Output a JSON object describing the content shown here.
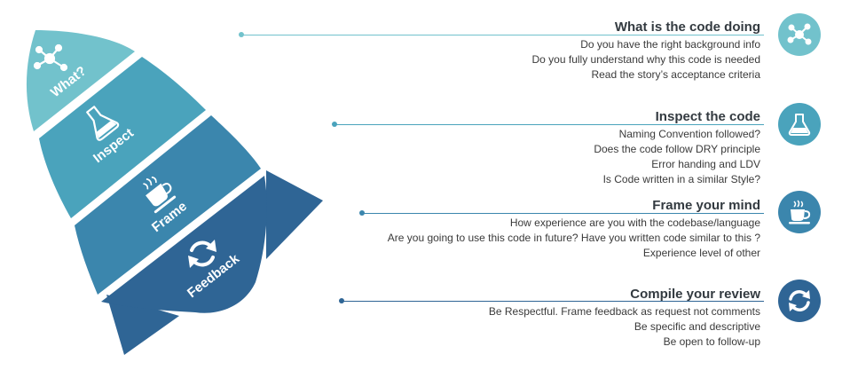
{
  "rocket": {
    "stage_labels": [
      "What?",
      "Inspect",
      "Frame",
      "Feedback"
    ]
  },
  "colors": {
    "what": "#72c2cc",
    "inspect": "#4aa3bc",
    "frame": "#3b86ad",
    "feedback": "#2f6595"
  },
  "sections": [
    {
      "title": "What is the code doing",
      "icon": "network-icon",
      "lines": [
        "Do you have the right background info",
        "Do you fully understand why this code is needed",
        "Read the story’s acceptance criteria"
      ]
    },
    {
      "title": "Inspect the code",
      "icon": "flask-icon",
      "lines": [
        "Naming Convention followed?",
        "Does the code follow DRY principle",
        "Error handing and LDV",
        "Is Code written in a similar Style?"
      ]
    },
    {
      "title": "Frame your mind",
      "icon": "coffee-cup-icon",
      "lines": [
        "How experience are you with the codebase/language",
        "Are you going to use this code in future? Have you written code similar to this ?",
        "Experience level of other"
      ]
    },
    {
      "title": "Compile your review",
      "icon": "refresh-cycle-icon",
      "lines": [
        "Be Respectful. Frame feedback as request not comments",
        "Be specific and descriptive",
        "Be open to follow-up"
      ]
    }
  ]
}
